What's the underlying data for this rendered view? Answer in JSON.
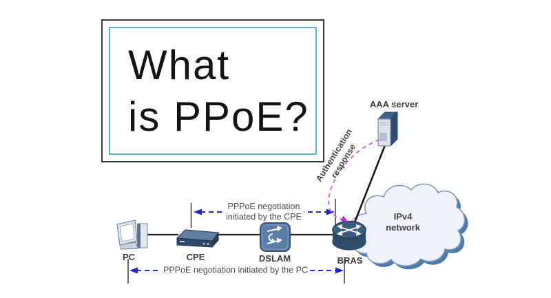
{
  "title": {
    "line1": "What",
    "line2": "is PPoE?"
  },
  "nodes": {
    "pc": {
      "label": "PC"
    },
    "cpe": {
      "label": "CPE"
    },
    "dslam": {
      "label": "DSLAM"
    },
    "bras": {
      "label": "BRAS"
    },
    "aaa_server": {
      "label": "AAA server"
    },
    "cloud": {
      "line1": "IPv4",
      "line2": "network"
    }
  },
  "flows": {
    "auth": {
      "line1": "Authentication",
      "line2": "response"
    },
    "cpe_negotiation": {
      "line1": "PPPoE negotiation",
      "line2": "initiated by the CPE"
    },
    "pc_negotiation": {
      "label": "PPPoE negotiation initiated by the PC"
    }
  },
  "colors": {
    "negotiation_arrow_blue": "#2323cc",
    "auth_arrow_magenta": "#cf6ad6",
    "auth_arrowhead_magenta": "#c32ad0",
    "cloud_fill": "#eef2f8",
    "cloud_shadow": "#4f7bab",
    "icon_slate_blue": "#5c7ca8",
    "icon_dark_blue": "#32496b",
    "title_outer_border": "#3a3a3a",
    "title_inner_border": "#5fb0d6",
    "label_text": "#3d3d3d"
  }
}
